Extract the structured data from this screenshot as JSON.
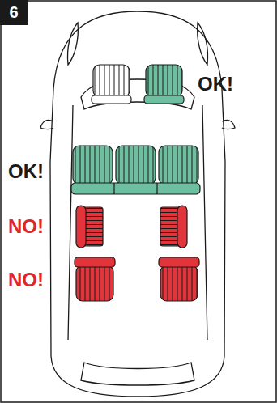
{
  "diagram": {
    "nodes": [
      {
        "text": [
          "6"
        ]
      }
    ],
    "labels": [
      "OK!",
      "OK!",
      "NO!",
      "NO!"
    ]
  }
}
